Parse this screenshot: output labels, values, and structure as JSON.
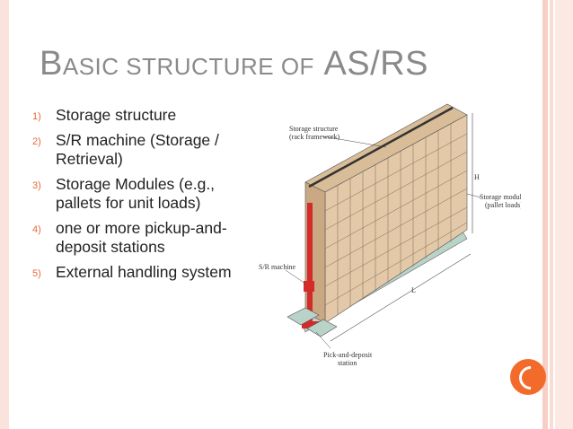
{
  "slide": {
    "title_first_cap": "B",
    "title_rest_sc": "ASIC STRUCTURE OF",
    "title_tail": "AS/RS",
    "bullets": [
      {
        "num": "1)",
        "text": "Storage structure"
      },
      {
        "num": "2)",
        "text": "S/R machine (Storage / Retrieval)"
      },
      {
        "num": "3)",
        "text": "Storage Modules (e.g., pallets for unit loads)"
      },
      {
        "num": "4)",
        "text": "one or more pickup-and-deposit stations"
      },
      {
        "num": "5)",
        "text": "External handling system"
      }
    ]
  },
  "figure": {
    "label_storage_structure_1": "Storage structure",
    "label_storage_structure_2": "(rack framework)",
    "label_storage_module_1": "Storage module",
    "label_storage_module_2": "(pallet loads)",
    "label_sr_machine": "S/R machine",
    "label_pd_1": "Pick-and-deposit",
    "label_pd_2": "station",
    "label_h": "H",
    "label_l": "L"
  },
  "colors": {
    "accent": "#e8683a",
    "box": "#e3c9a8",
    "box_dark": "#c9a883",
    "machine": "#d42a2a",
    "base": "#b9d3c9"
  }
}
